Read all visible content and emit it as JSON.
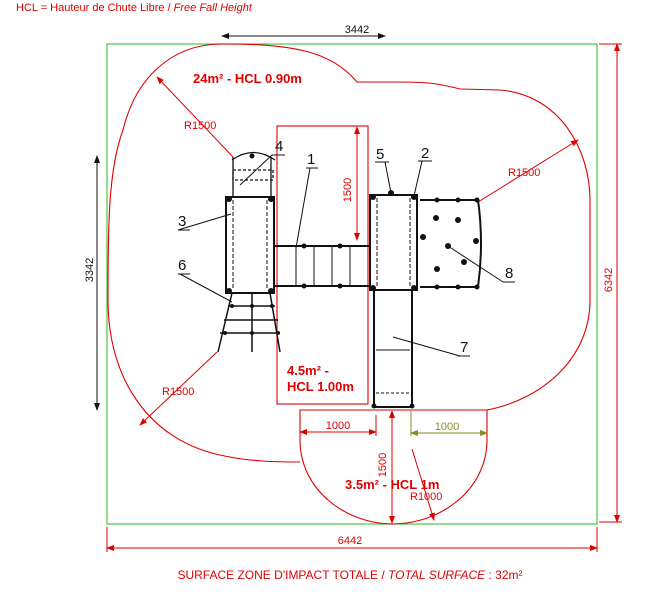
{
  "header": {
    "legend_fr": "HCL = Hauteur de Chute Libre / ",
    "legend_en": "Free Fall Height"
  },
  "dimensions": {
    "top": "3442",
    "left": "3342",
    "right": "6342",
    "bottom": "6442",
    "inner_vertical": "1500",
    "slide_left": "1000",
    "slide_right": "1000",
    "slide_vertical": "1500"
  },
  "radii": {
    "top_left": "R1500",
    "right": "R1500",
    "bottom_left": "R1500",
    "slide": "R1000"
  },
  "areas": {
    "main": "24m² - HCL 0.90m",
    "mid_line1": "4.5m² -",
    "mid_line2": "HCL 1.00m",
    "slide": "3.5m² - HCL 1m"
  },
  "parts": [
    "1",
    "2",
    "3",
    "4",
    "5",
    "6",
    "7",
    "8"
  ],
  "footer": {
    "fr": "SURFACE ZONE D'IMPACT TOTALE / ",
    "en": "TOTAL SURFACE",
    "value": " : 32m²"
  },
  "colors": {
    "zone": "#e00000",
    "boundary": "#44cc44",
    "structure": "#111111",
    "dim_alt": "#8a8a20"
  }
}
